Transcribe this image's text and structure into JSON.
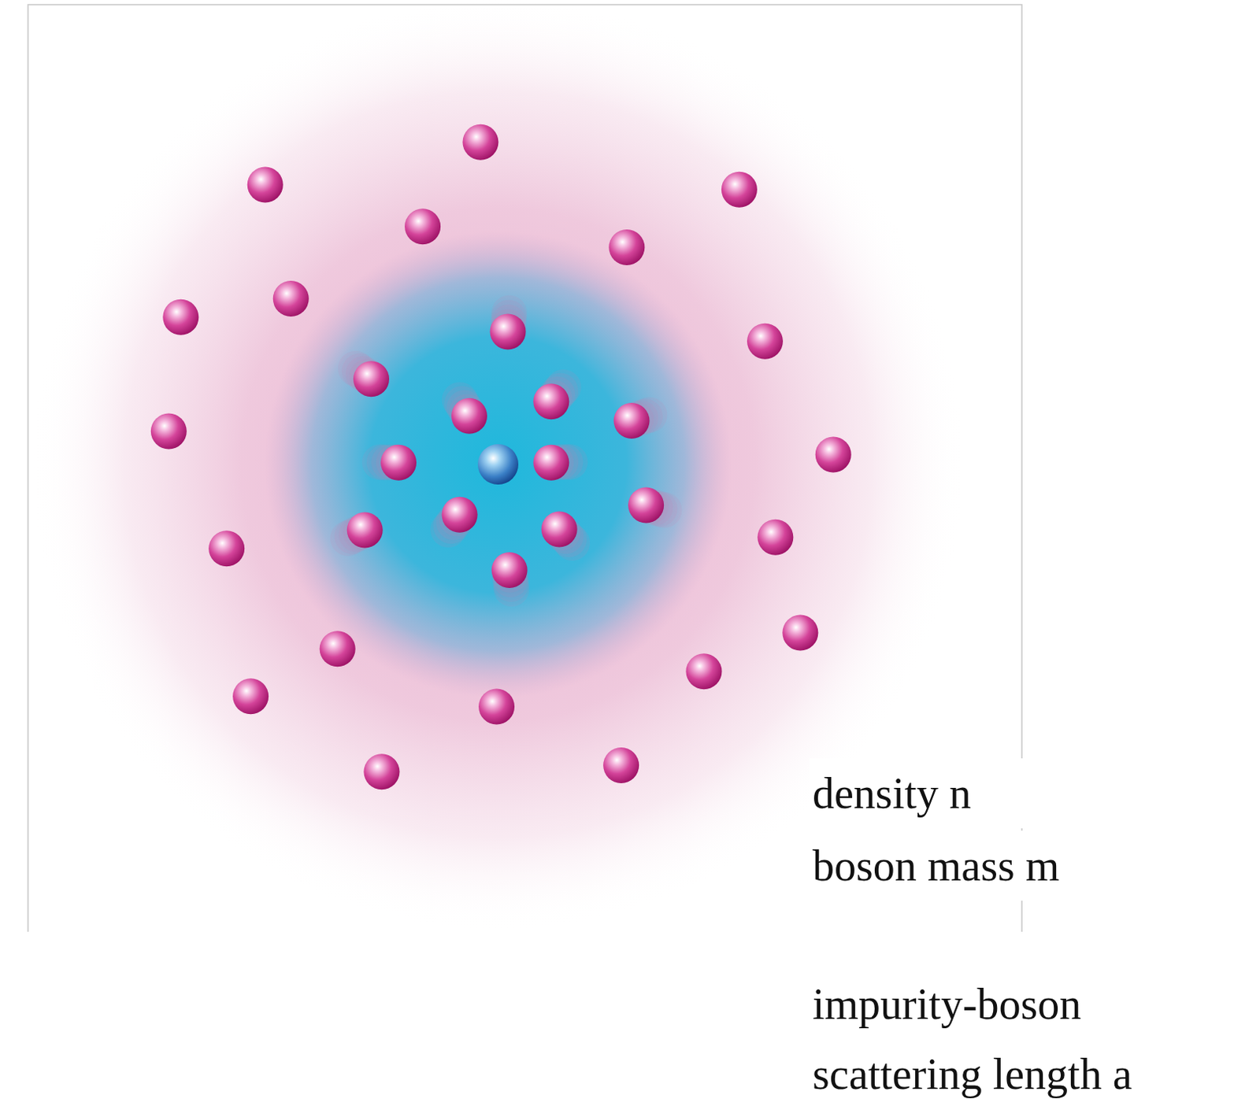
{
  "diagram": {
    "labels": [
      "density n",
      "boson mass m",
      "impurity-boson scattering length a"
    ]
  }
}
